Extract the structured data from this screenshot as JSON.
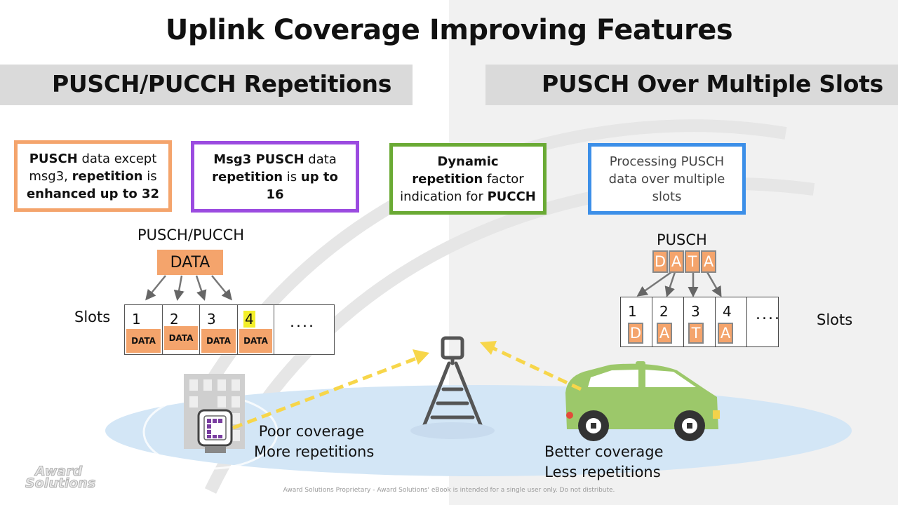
{
  "title": "Uplink Coverage Improving Features",
  "sections": {
    "left": "PUSCH/PUCCH Repetitions",
    "right": "PUSCH Over Multiple Slots"
  },
  "features": [
    {
      "bold1": "PUSCH",
      "text1": " data except msg3, ",
      "bold2": "repetition",
      "text2": " is ",
      "bold3": "enhanced  up to 32",
      "color": "#f4a46c"
    },
    {
      "bold1": "Msg3 PUSCH",
      "text1": " data ",
      "bold2": "repetition",
      "text2": " is ",
      "bold3": "up to 16",
      "color": "#9b4be0"
    },
    {
      "bold1": "Dynamic repetition",
      "text1": " factor indication  for ",
      "bold2": "PUCCH",
      "color": "#6aaa34"
    },
    {
      "text1": "Processing PUSCH data over multiple slots",
      "color": "#3c8fe8"
    }
  ],
  "left_diagram": {
    "channel_label": "PUSCH/PUCCH",
    "data_label": "DATA",
    "slots_label": "Slots",
    "slots": [
      {
        "num": "1",
        "data": "DATA"
      },
      {
        "num": "2",
        "data": "DATA"
      },
      {
        "num": "3",
        "data": "DATA"
      },
      {
        "num": "4",
        "data": "DATA"
      }
    ],
    "dots": "...."
  },
  "right_diagram": {
    "channel_label": "PUSCH",
    "letters": [
      "D",
      "A",
      "T",
      "A"
    ],
    "slots_label": "Slots",
    "slots": [
      {
        "num": "1",
        "letter": "D"
      },
      {
        "num": "2",
        "letter": "A"
      },
      {
        "num": "3",
        "letter": "T"
      },
      {
        "num": "4",
        "letter": "A"
      }
    ],
    "dots": "...."
  },
  "captions": {
    "poor_line1": "Poor coverage",
    "poor_line2": "More repetitions",
    "better_line1": "Better coverage",
    "better_line2": "Less repetitions"
  },
  "logo": {
    "line1": "Award",
    "line2": "Solutions"
  },
  "footer": "Award Solutions Proprietary - Award Solutions' eBook is intended for a single user only. Do not distribute.",
  "colors": {
    "orange": "#f4a46c",
    "purple": "#9b4be0",
    "green": "#6aaa34",
    "blue": "#3c8fe8",
    "arrow_yellow": "#f7d64a",
    "car_green": "#9cc86a",
    "coverage_blue": "#d3e6f6"
  }
}
